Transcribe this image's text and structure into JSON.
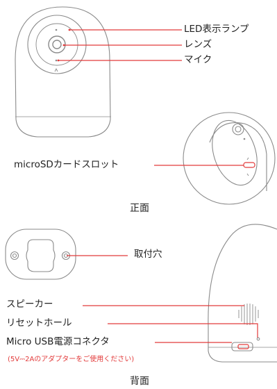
{
  "labels": {
    "led_lamp": "LED表示ランプ",
    "lens": "レンズ",
    "mic": "マイク",
    "microsd_slot": "microSDカードスロット",
    "front_title": "正面",
    "mount_hole": "取付穴",
    "speaker": "スピーカー",
    "reset_hole": "リセットホール",
    "micro_usb": "Micro USB電源コネクタ",
    "adapter_note": "(5V⎓2Aのアダプターをご使用ください)",
    "back_title": "背面"
  },
  "colors": {
    "callout": "#e23a3a",
    "outline": "#8a8a8a",
    "text": "#222222"
  }
}
